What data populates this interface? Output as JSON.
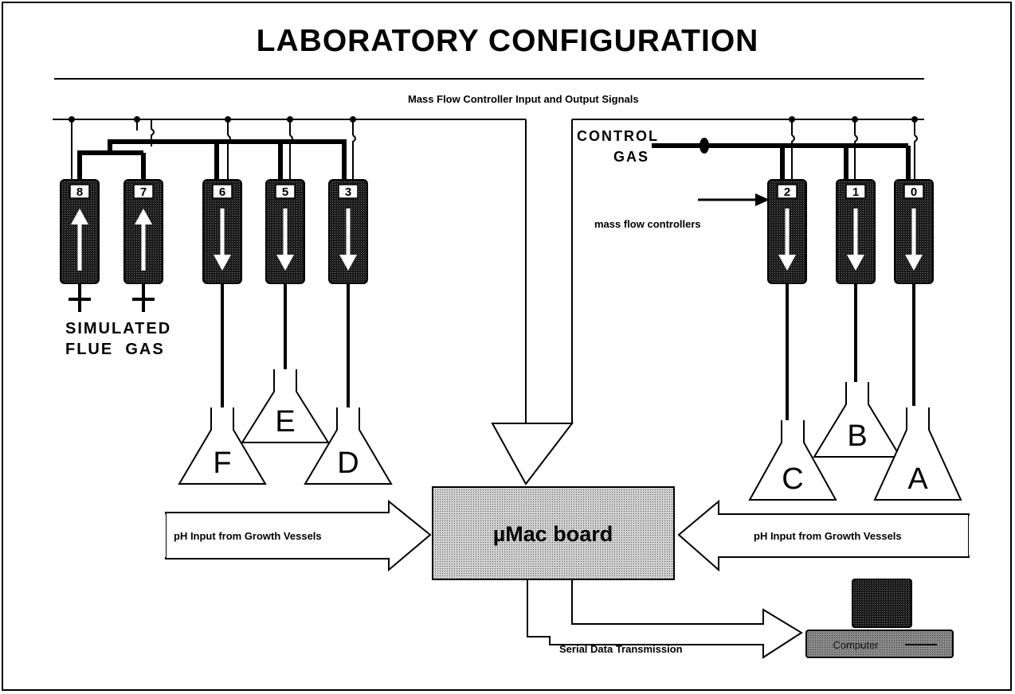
{
  "title": "LABORATORY CONFIGURATION",
  "signals_label": "Mass Flow Controller Input and Output Signals",
  "simulated_flue_gas": [
    "SIMULATED",
    "FLUE  GAS"
  ],
  "control_gas": [
    "CONTROL",
    "GAS"
  ],
  "mass_flow_controllers_label": "mass flow controllers",
  "controllers": [
    {
      "number": "8",
      "flow": "up"
    },
    {
      "number": "7",
      "flow": "up"
    },
    {
      "number": "6",
      "flow": "down"
    },
    {
      "number": "5",
      "flow": "down"
    },
    {
      "number": "3",
      "flow": "down"
    },
    {
      "number": "2",
      "flow": "down"
    },
    {
      "number": "1",
      "flow": "down"
    },
    {
      "number": "0",
      "flow": "down"
    }
  ],
  "vessels": [
    "F",
    "E",
    "D",
    "C",
    "B",
    "A"
  ],
  "board_label": "µMac board",
  "ph_input_left": "pH Input from Growth Vessels",
  "ph_input_right": "pH Input from Growth Vessels",
  "serial_label": "Serial Data Transmission",
  "computer_label": "Computer",
  "colors": {
    "ink": "#000000",
    "fill_dark": "#2a2a2a",
    "fill_board": "#bdbdbd",
    "fill_computer": "#9a9a9a"
  }
}
